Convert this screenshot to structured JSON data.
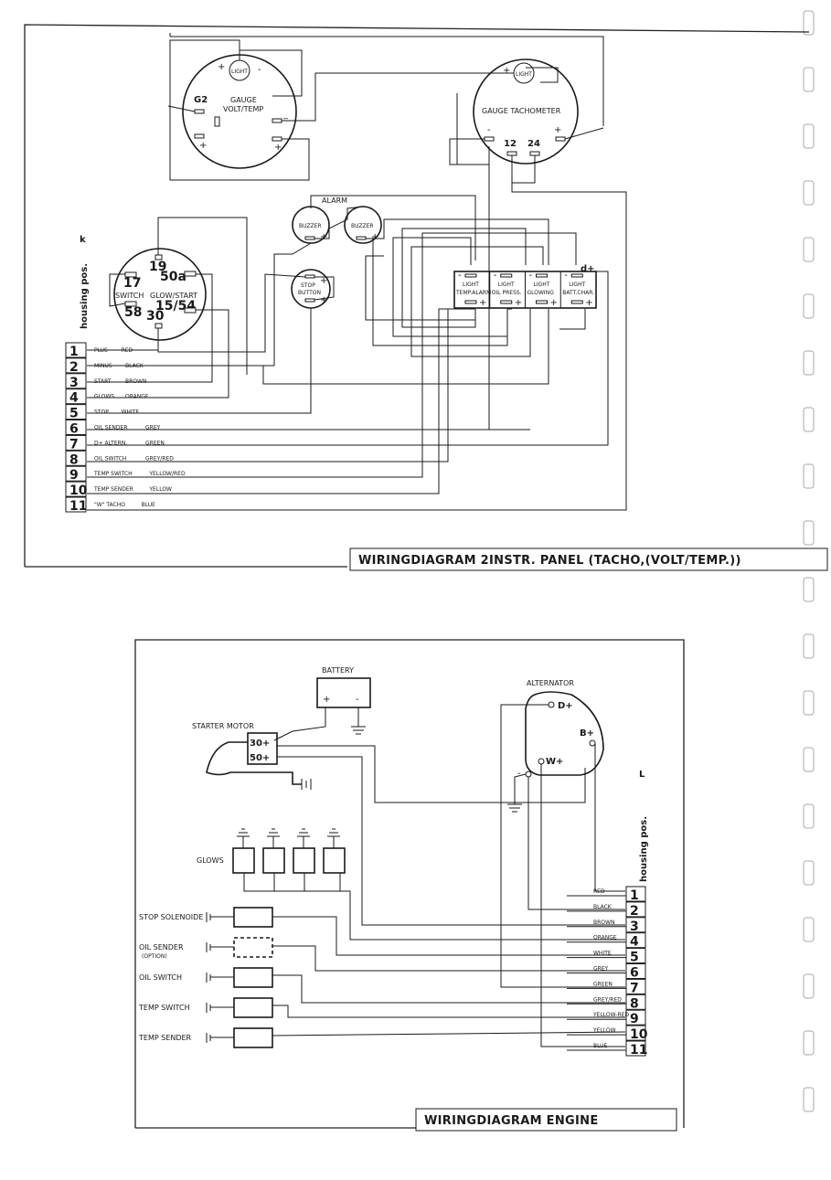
{
  "panel": {
    "gauge_volt_temp": {
      "l1": "GAUGE",
      "l2": "VOLT/TEMP",
      "g2": "G2",
      "light": "LIGHT",
      "plus": "+",
      "minus": "-"
    },
    "gauge_tacho": {
      "label": "GAUGE TACHOMETER",
      "light": "LIGHT",
      "t12": "12",
      "t24": "24",
      "plus": "+",
      "minus": "-"
    },
    "alarm": "ALARM",
    "buzzer": "BUZZER",
    "stop_button": {
      "l1": "STOP",
      "l2": "BUTTON"
    },
    "switch": {
      "t19": "19",
      "t50a": "50a",
      "t17": "17",
      "l_switch": "SWITCH",
      "l_glow": "GLOW/START",
      "t1554": "15/54",
      "t58": "58",
      "t30": "30"
    },
    "lights": [
      {
        "l1": "LIGHT",
        "l2": "TEMP.ALARM"
      },
      {
        "l1": "LIGHT",
        "l2": "OIL PRESS."
      },
      {
        "l1": "LIGHT",
        "l2": "GLOWING"
      },
      {
        "l1": "LIGHT",
        "l2": "BATT.CHAR."
      }
    ],
    "dplus": "d+",
    "housing_label": "housing pos.",
    "housing_letter": "k",
    "rows": [
      {
        "n": "1",
        "name": "PLUS",
        "color": "RED"
      },
      {
        "n": "2",
        "name": "MINUS",
        "color": "BLACK"
      },
      {
        "n": "3",
        "name": "START",
        "color": "BROWN"
      },
      {
        "n": "4",
        "name": "GLOWS",
        "color": "ORANGE"
      },
      {
        "n": "5",
        "name": "STOP",
        "color": "WHITE"
      },
      {
        "n": "6",
        "name": "OIL SENDER",
        "color": "GREY"
      },
      {
        "n": "7",
        "name": "D+ ALTERN.",
        "color": "GREEN"
      },
      {
        "n": "8",
        "name": "OIL SWITCH",
        "color": "GREY/RED"
      },
      {
        "n": "9",
        "name": "TEMP SWITCH",
        "color": "YELLOW/RED"
      },
      {
        "n": "10",
        "name": "TEMP SENDER",
        "color": "YELLOW"
      },
      {
        "n": "11",
        "name": "\"W\" TACHO",
        "color": "BLUE"
      }
    ],
    "title": "WIRINGDIAGRAM 2INSTR. PANEL (TACHO,(VOLT/TEMP.))"
  },
  "engine": {
    "battery": "BATTERY",
    "bat_plus": "+",
    "bat_minus": "-",
    "starter_motor": "STARTER MOTOR",
    "t30": "30+",
    "t50": "50+",
    "alternator": "ALTERNATOR",
    "d_plus": "D+",
    "b_plus": "B+",
    "w_plus": "W+",
    "alt_minus": "-",
    "glows": "GLOWS",
    "components": [
      {
        "label": "STOP SOLENOIDE",
        "sub": ""
      },
      {
        "label": "OIL SENDER",
        "sub": "(OPTION)"
      },
      {
        "label": "OIL SWITCH",
        "sub": ""
      },
      {
        "label": "TEMP SWITCH",
        "sub": ""
      },
      {
        "label": "TEMP SENDER",
        "sub": ""
      }
    ],
    "housing_label": "housing pos.",
    "housing_letter": "L",
    "rows": [
      {
        "n": "1",
        "color": "RED"
      },
      {
        "n": "2",
        "color": "BLACK"
      },
      {
        "n": "3",
        "color": "BROWN"
      },
      {
        "n": "4",
        "color": "ORANGE"
      },
      {
        "n": "5",
        "color": "WHITE"
      },
      {
        "n": "6",
        "color": "GREY"
      },
      {
        "n": "7",
        "color": "GREEN"
      },
      {
        "n": "8",
        "color": "GREY/RED"
      },
      {
        "n": "9",
        "color": "YELLOW-RED"
      },
      {
        "n": "10",
        "color": "YELLOW"
      },
      {
        "n": "11",
        "color": "BLUE"
      }
    ],
    "title": "WIRINGDIAGRAM  ENGINE"
  }
}
